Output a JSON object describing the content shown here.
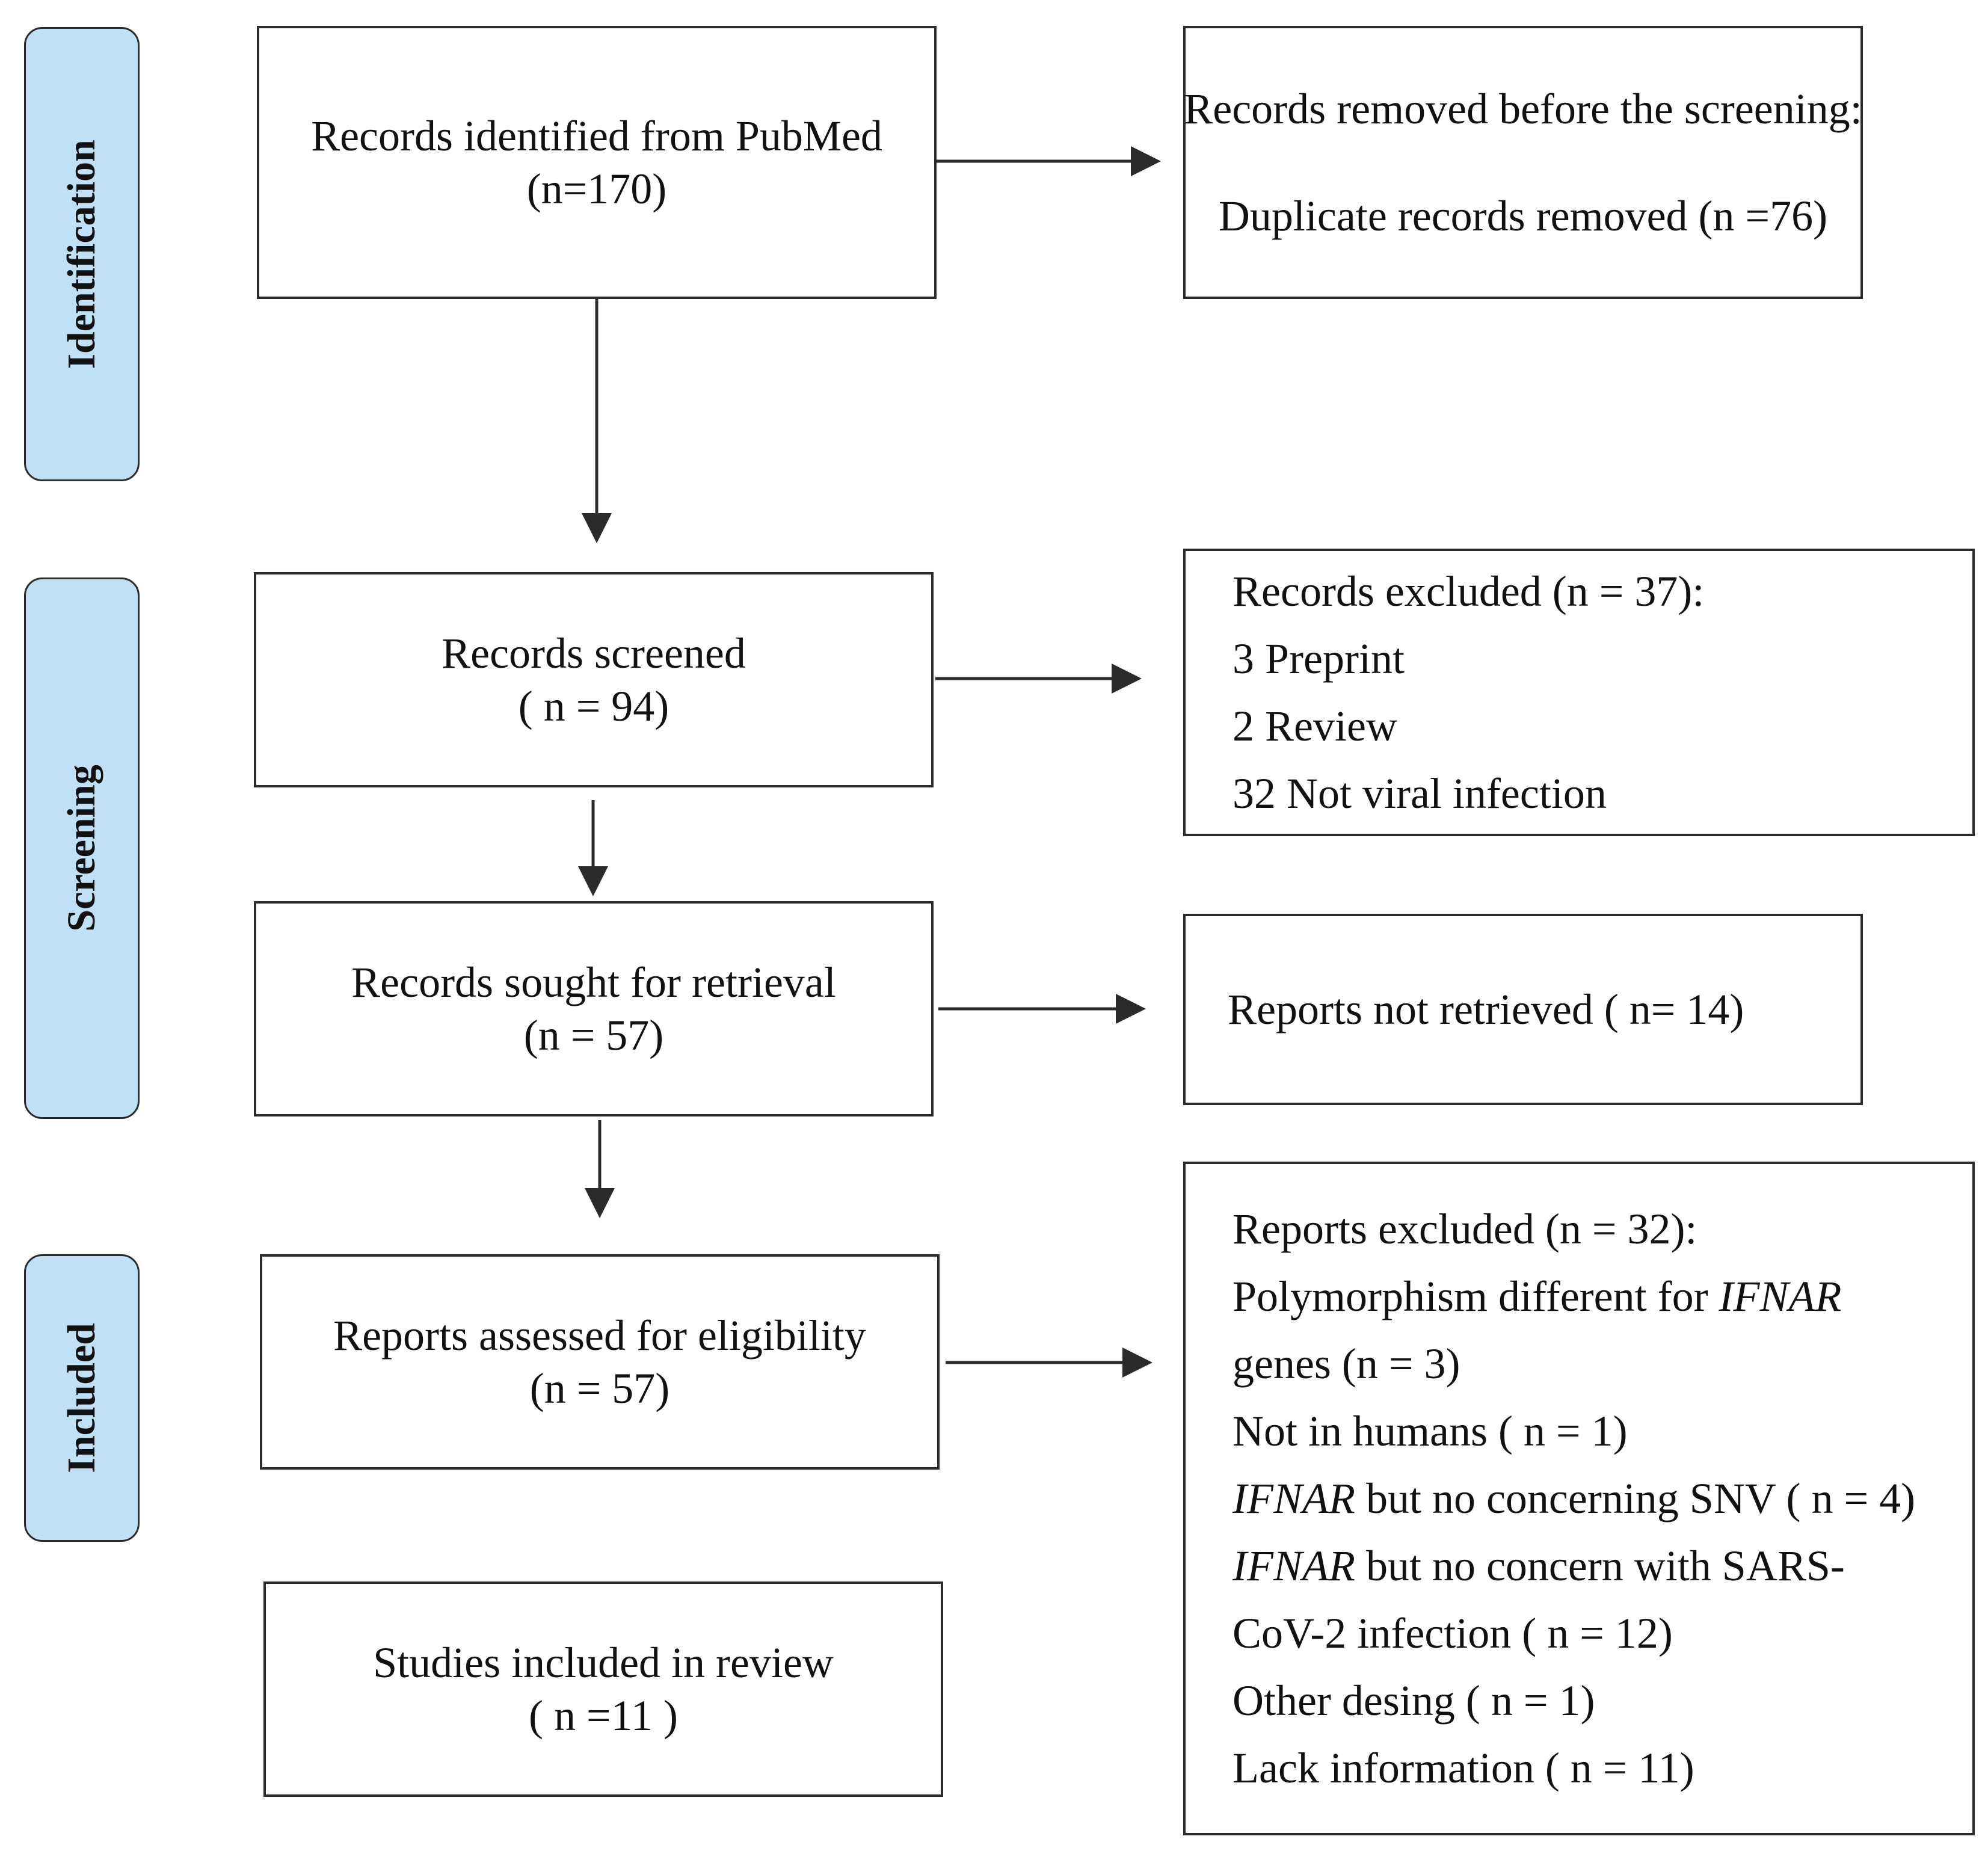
{
  "phases": {
    "identification": "Identification",
    "screening": "Screening",
    "included": "Included"
  },
  "boxes": {
    "identified": {
      "line1": "Records identified from PubMed",
      "line2": "(n=170)"
    },
    "removed": {
      "line1": "Records removed before the screening:",
      "line2": "Duplicate records removed (n =76)"
    },
    "screened": {
      "line1": "Records screened",
      "line2": "( n = 94)"
    },
    "excluded_records": {
      "heading": "Records excluded (n = 37):",
      "items": [
        "3 Preprint",
        "2 Review",
        "32 Not viral infection"
      ]
    },
    "sought": {
      "line1": "Records sought for retrieval",
      "line2": "(n = 57)"
    },
    "not_retrieved": {
      "line1": "Reports not retrieved  ( n= 14)"
    },
    "assessed": {
      "line1": "Reports assessed for eligibility",
      "line2": "(n = 57)"
    },
    "included_studies": {
      "line1": "Studies included in review",
      "line2": "( n =11 )"
    },
    "excluded_reports": {
      "heading": "Reports excluded (n = 32):",
      "l1_a": "Polymorphism different for ",
      "l1_b": "IFNAR",
      "l2": "genes (n = 3)",
      "l3": "Not in humans ( n = 1)",
      "l4_a": "IFNAR",
      "l4_b": " but no concerning SNV ( n = 4)",
      "l5_a": "IFNAR",
      "l5_b": " but no concern with SARS-",
      "l6": "CoV-2 infection ( n = 12)",
      "l7": "Other desing ( n = 1)",
      "l8": "Lack information ( n = 11)"
    }
  }
}
